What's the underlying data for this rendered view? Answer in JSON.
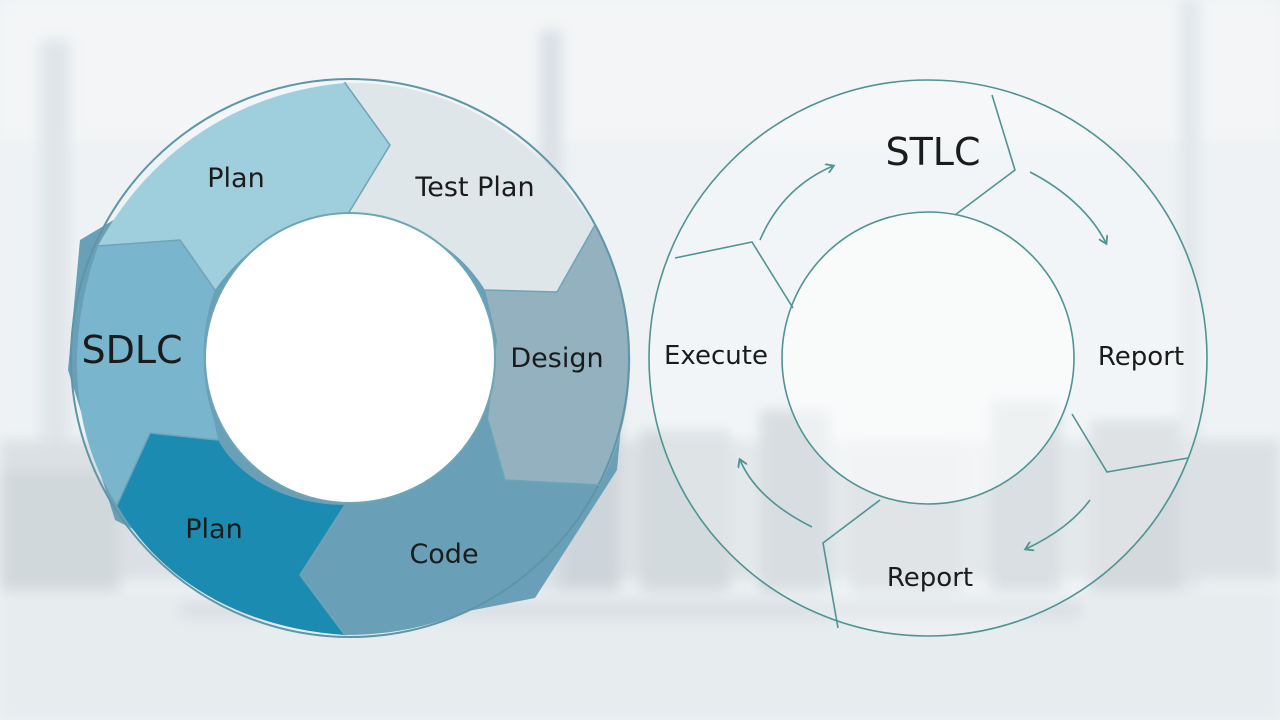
{
  "sdlc": {
    "title": "SDLC",
    "segments": [
      {
        "label": "Plan",
        "color": "#9fcfdd"
      },
      {
        "label": "Test Plan",
        "color": "#dfe6ea"
      },
      {
        "label": "Design",
        "color": "#93b1bf"
      },
      {
        "label": "Code",
        "color": "#6a9fb8"
      },
      {
        "label": "Plan",
        "color": "#1b8bb2"
      },
      {
        "label": "",
        "color": "#79b5cd"
      }
    ]
  },
  "stlc": {
    "title": "STLC",
    "labels": [
      "Execute",
      "Report",
      "Report"
    ],
    "line_color": "#4f9393"
  }
}
